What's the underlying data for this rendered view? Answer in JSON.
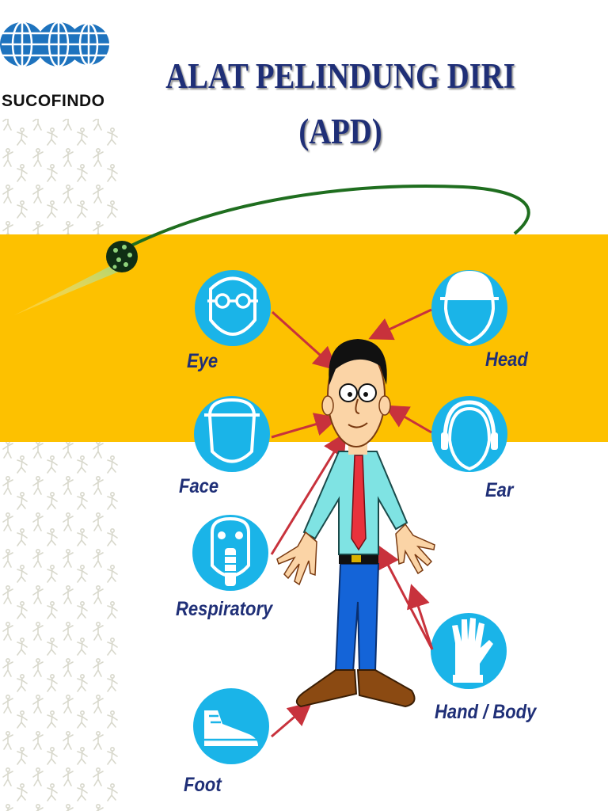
{
  "logo": {
    "text": "SUCOFINDO"
  },
  "title": {
    "line1": "ALAT PELINDUNG DIRI",
    "line2": "(APD)"
  },
  "labels": {
    "eye": "Eye",
    "head": "Head",
    "face": "Face",
    "ear": "Ear",
    "respiratory": "Respiratory",
    "hand_body": "Hand / Body",
    "foot": "Foot"
  },
  "colors": {
    "band": "#fdc100",
    "circle": "#1ab4e8",
    "title": "#1f2f77",
    "arrow": "#c8323c",
    "logo_blue": "#1e73be",
    "curve": "#1f6e1f"
  }
}
